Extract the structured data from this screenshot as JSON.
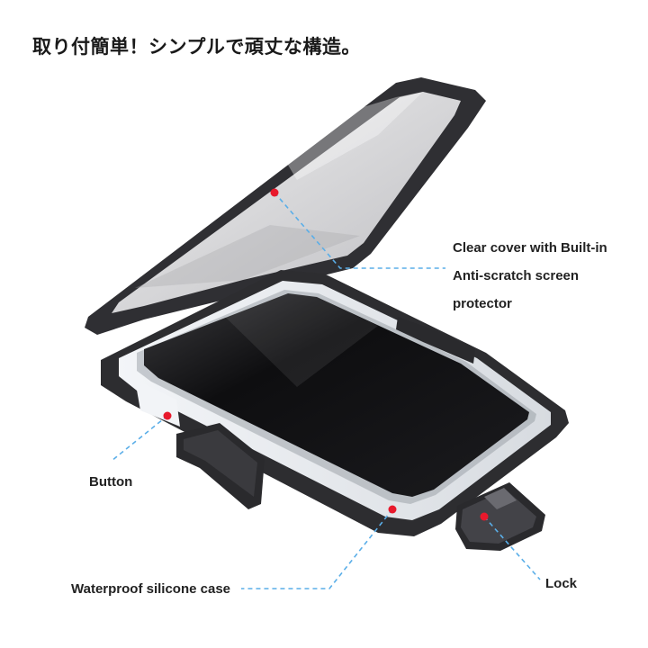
{
  "headline": "取り付簡単！シンプルで頑丈な構造。",
  "callouts": {
    "cover": {
      "line1": "Clear cover with Built-in",
      "line2": "Anti-scratch screen",
      "line3": "protector"
    },
    "button": "Button",
    "waterproof": "Waterproof silicone case",
    "lock": "Lock"
  },
  "colors": {
    "marker": "#e8192c",
    "leader_line": "#5aaee8",
    "case_frame": "#2b2b2e",
    "silicone_gasket": "#dfe3e8"
  }
}
